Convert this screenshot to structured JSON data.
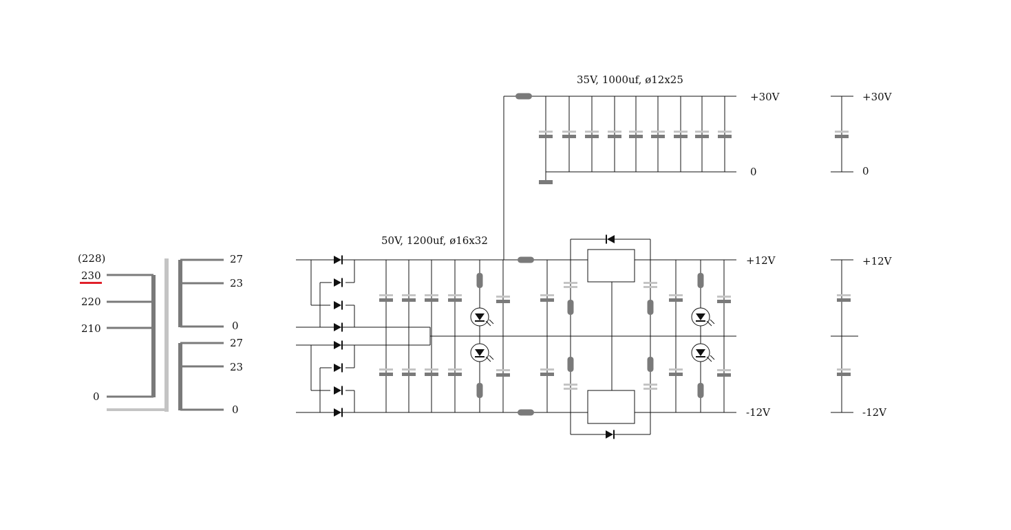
{
  "transformer": {
    "primary_note": "(228)",
    "primary_taps": [
      "230",
      "220",
      "210",
      "0"
    ],
    "secondary_upper": [
      "27",
      "23",
      "0"
    ],
    "secondary_lower": [
      "27",
      "23",
      "0"
    ]
  },
  "capacitor_labels": {
    "filter_caps": "50V, 1200uf, ø16x32",
    "rail30_caps": "35V, 1000uf, ø12x25"
  },
  "rails": {
    "plus30": "+30V",
    "zero30": "0",
    "plus12": "+12V",
    "minus12": "-12V"
  },
  "summary": {
    "plus30": "+30V",
    "zero30": "0",
    "plus12": "+12V",
    "minus12": "-12V"
  },
  "colors": {
    "wire": "#111111",
    "component": "#7a7a7a",
    "component_light": "#c4c4c4",
    "highlight": "#e0202a"
  }
}
